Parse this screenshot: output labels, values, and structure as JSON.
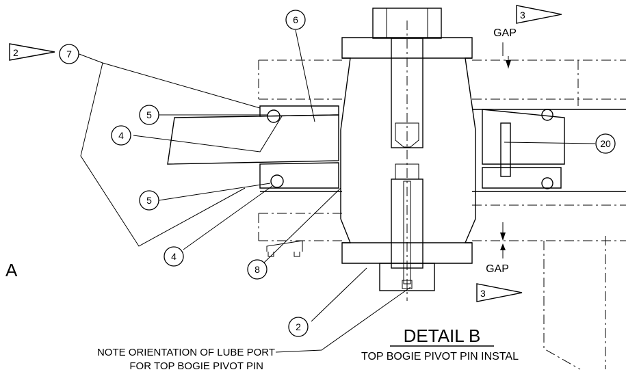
{
  "detail": {
    "title": "DETAIL  B",
    "subtitle": "TOP BOGIE PIVOT PIN INSTAL",
    "edge_label": "A"
  },
  "notes": {
    "lube_port_line1": "NOTE ORIENTATION OF LUBE PORT",
    "lube_port_line2": "FOR TOP BOGIE PIVOT PIN"
  },
  "gap_labels": [
    "GAP",
    "GAP"
  ],
  "flags": [
    "2",
    "3",
    "3"
  ],
  "balloons": [
    "7",
    "6",
    "5",
    "4",
    "5",
    "4",
    "8",
    "2",
    "20"
  ]
}
